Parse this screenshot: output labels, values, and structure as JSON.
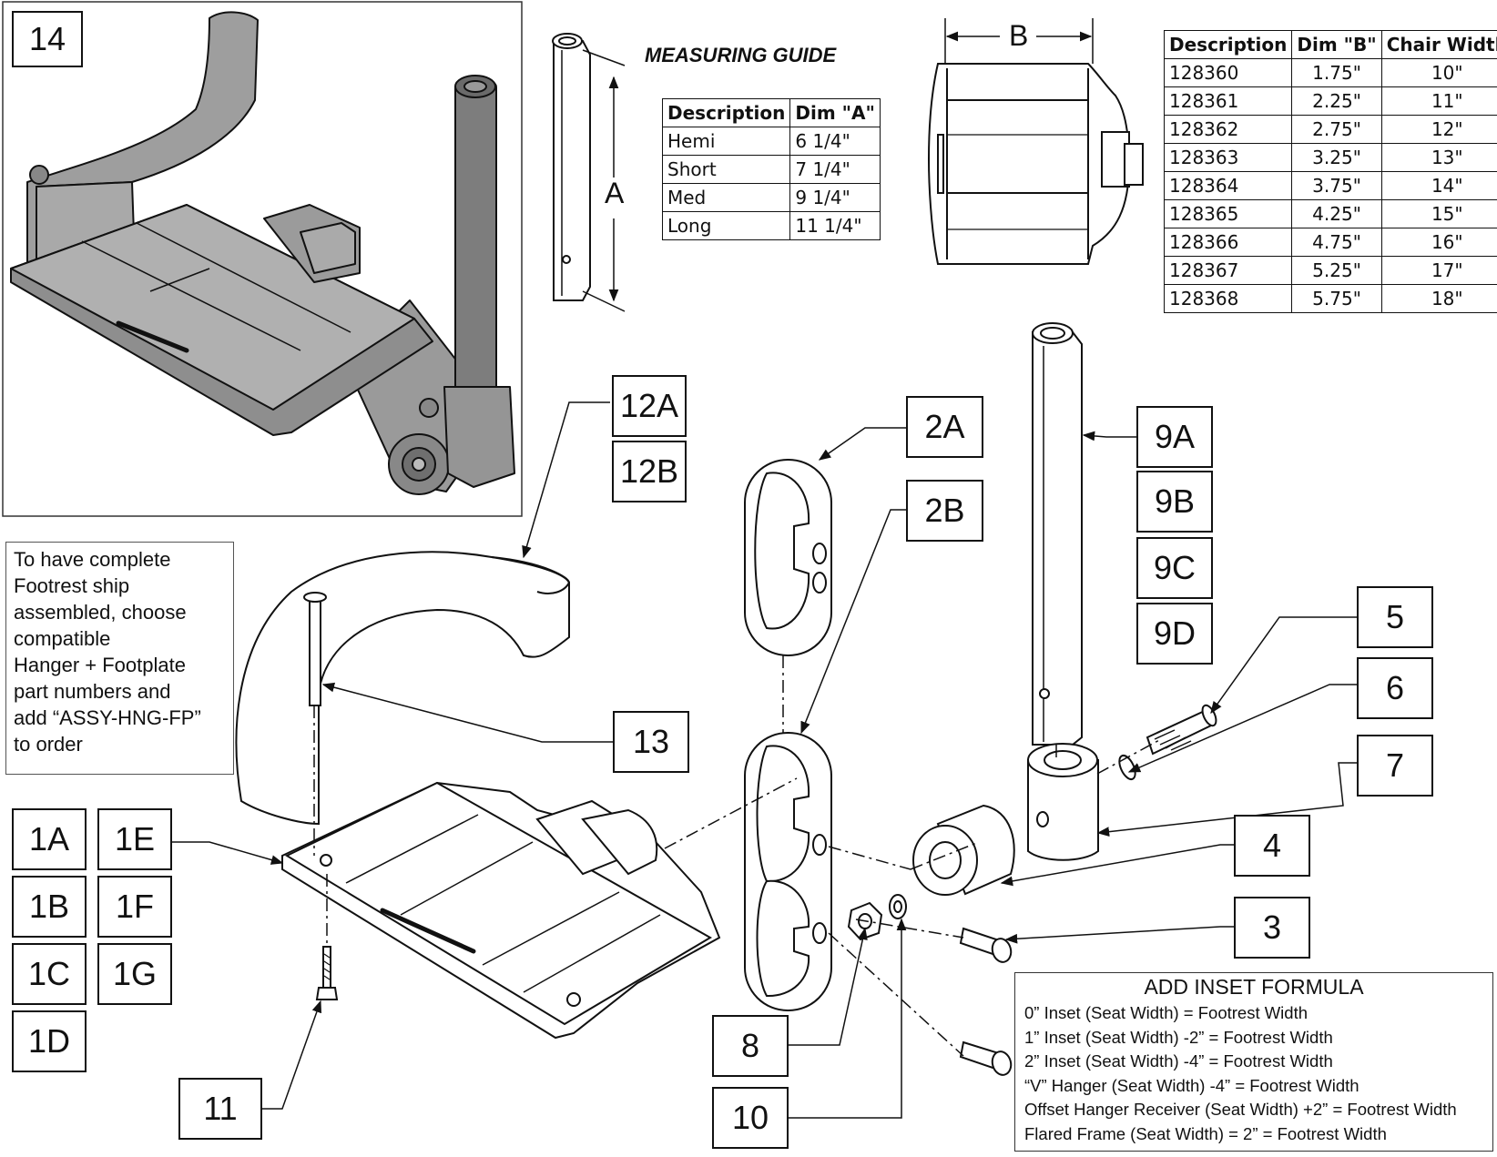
{
  "callouts": {
    "c14": "14",
    "c12A": "12A",
    "c12B": "12B",
    "c2A": "2A",
    "c2B": "2B",
    "c9A": "9A",
    "c9B": "9B",
    "c9C": "9C",
    "c9D": "9D",
    "c5": "5",
    "c6": "6",
    "c7": "7",
    "c4": "4",
    "c3": "3",
    "c13": "13",
    "c1A": "1A",
    "c1B": "1B",
    "c1C": "1C",
    "c1D": "1D",
    "c1E": "1E",
    "c1F": "1F",
    "c1G": "1G",
    "c8": "8",
    "c10": "10",
    "c11": "11"
  },
  "measuring_guide": {
    "title": "MEASURING GUIDE",
    "dim_label": "A",
    "headers": [
      "Description",
      "Dim \"A\""
    ],
    "rows": [
      [
        "Hemi",
        "6 1/4\""
      ],
      [
        "Short",
        "7 1/4\""
      ],
      [
        "Med",
        "9 1/4\""
      ],
      [
        "Long",
        "11 1/4\""
      ]
    ]
  },
  "width_table": {
    "dim_label": "B",
    "headers": [
      "Description",
      "Dim \"B\"",
      "Chair Width"
    ],
    "rows": [
      [
        "128360",
        "1.75\"",
        "10\""
      ],
      [
        "128361",
        "2.25\"",
        "11\""
      ],
      [
        "128362",
        "2.75\"",
        "12\""
      ],
      [
        "128363",
        "3.25\"",
        "13\""
      ],
      [
        "128364",
        "3.75\"",
        "14\""
      ],
      [
        "128365",
        "4.25\"",
        "15\""
      ],
      [
        "128366",
        "4.75\"",
        "16\""
      ],
      [
        "128367",
        "5.25\"",
        "17\""
      ],
      [
        "128368",
        "5.75\"",
        "18\""
      ]
    ]
  },
  "note": {
    "lines": [
      "To have complete",
      "Footrest ship",
      "assembled, choose",
      "compatible",
      "Hanger + Footplate",
      "part numbers and",
      "add “ASSY-HNG-FP”",
      "to order"
    ]
  },
  "formula": {
    "title": "ADD INSET FORMULA",
    "lines": [
      "0” Inset (Seat Width) = Footrest Width",
      "1” Inset (Seat Width) -2” = Footrest Width",
      "2” Inset (Seat Width) -4” = Footrest Width",
      "“V” Hanger (Seat Width) -4” = Footrest Width",
      "Offset Hanger Receiver (Seat Width) +2” = Footrest Width",
      "Flared Frame (Seat Width) = 2” = Footrest Width"
    ]
  },
  "colors": {
    "part_gray": "#c4c4c4",
    "part_dark": "#8a8a8a",
    "line": "#111111"
  }
}
